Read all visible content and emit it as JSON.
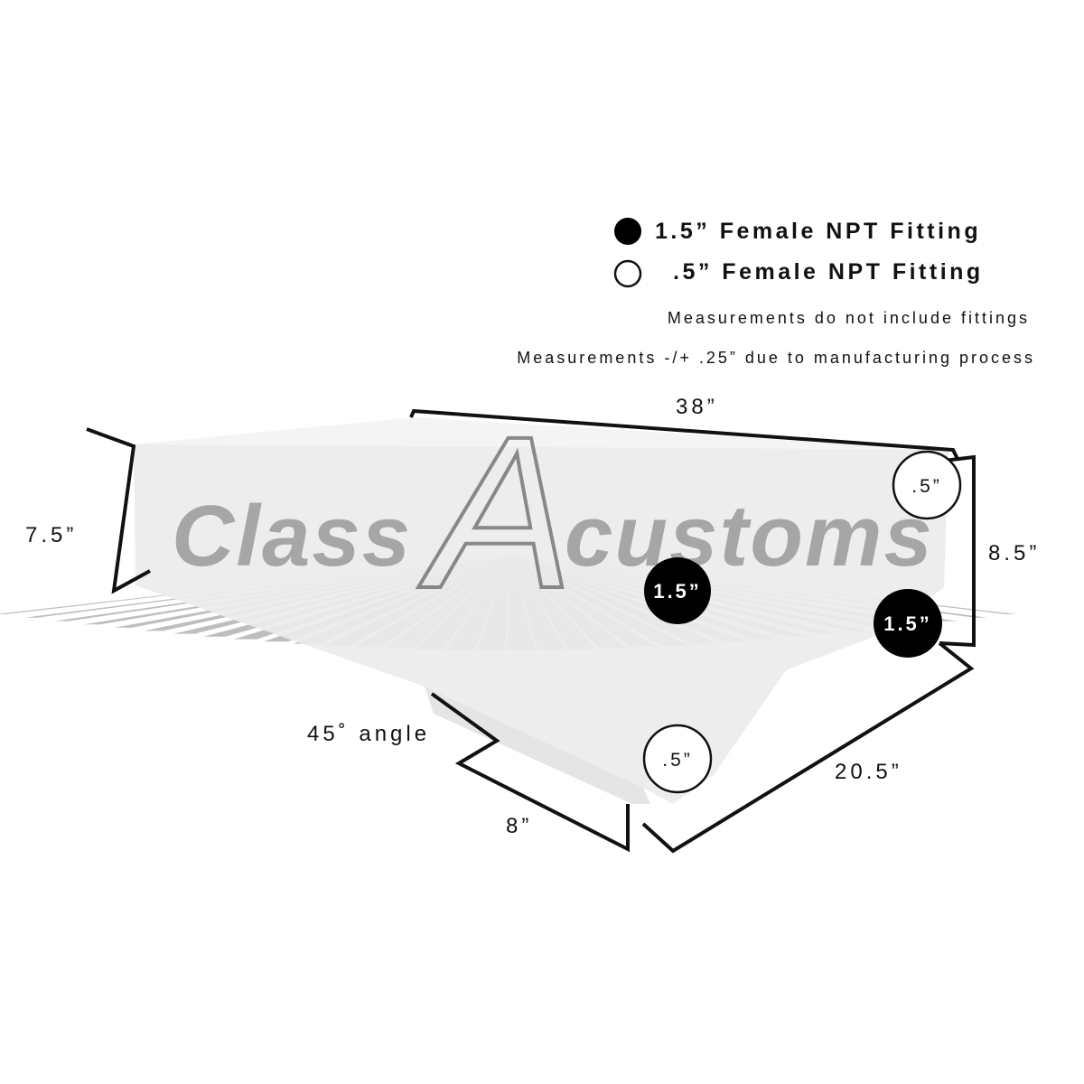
{
  "legend": {
    "large_fitting": "1.5” Female NPT Fitting",
    "small_fitting": ".5” Female NPT Fitting"
  },
  "notes": {
    "line1": "Measurements do not include fittings",
    "line2": "Measurements -/+ .25” due to manufacturing process"
  },
  "dimensions": {
    "length": "38”",
    "back_height": "7.5”",
    "front_height": "8.5”",
    "depth": "20.5”",
    "bevel": "8”",
    "angle": "45˚ angle"
  },
  "fittings": {
    "top_right": ".5”",
    "front_center": "1.5”",
    "right_low": "1.5”",
    "bottom_corner": ".5”"
  },
  "watermark": {
    "left": "Class",
    "monogram": "A",
    "right": "customs"
  },
  "colors": {
    "tank": "#ededed",
    "tank_edge": "#f6f6f6",
    "watermark": "#9a9a9a",
    "dimension_lines": "#111111",
    "fitting_large": "#000000",
    "fitting_small": "#ffffff"
  }
}
